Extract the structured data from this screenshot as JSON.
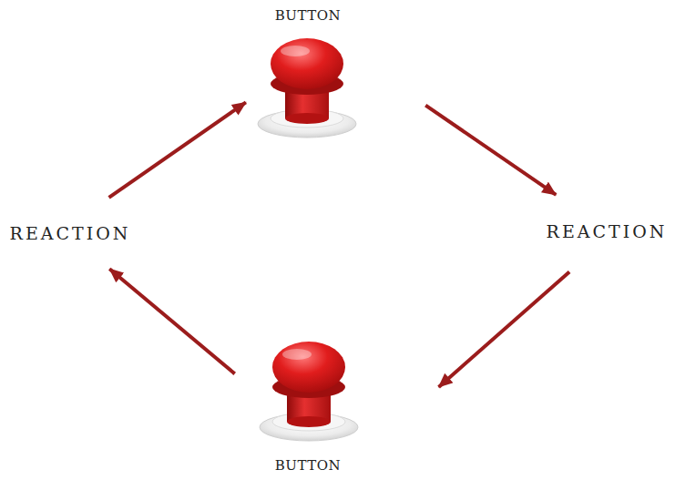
{
  "diagram": {
    "nodes": [
      {
        "text": [
          "BUTTON"
        ]
      },
      {
        "text": [
          "REACTION"
        ]
      },
      {
        "text": [
          "REACTION"
        ]
      },
      {
        "text": [
          "BUTTON"
        ]
      }
    ],
    "edges": [
      {
        "from": 0,
        "to": 2,
        "arrow": "to"
      },
      {
        "from": 2,
        "to": 3,
        "arrow": "to"
      },
      {
        "from": 3,
        "to": 1,
        "arrow": "to"
      },
      {
        "from": 1,
        "to": 0,
        "arrow": "to"
      }
    ]
  }
}
